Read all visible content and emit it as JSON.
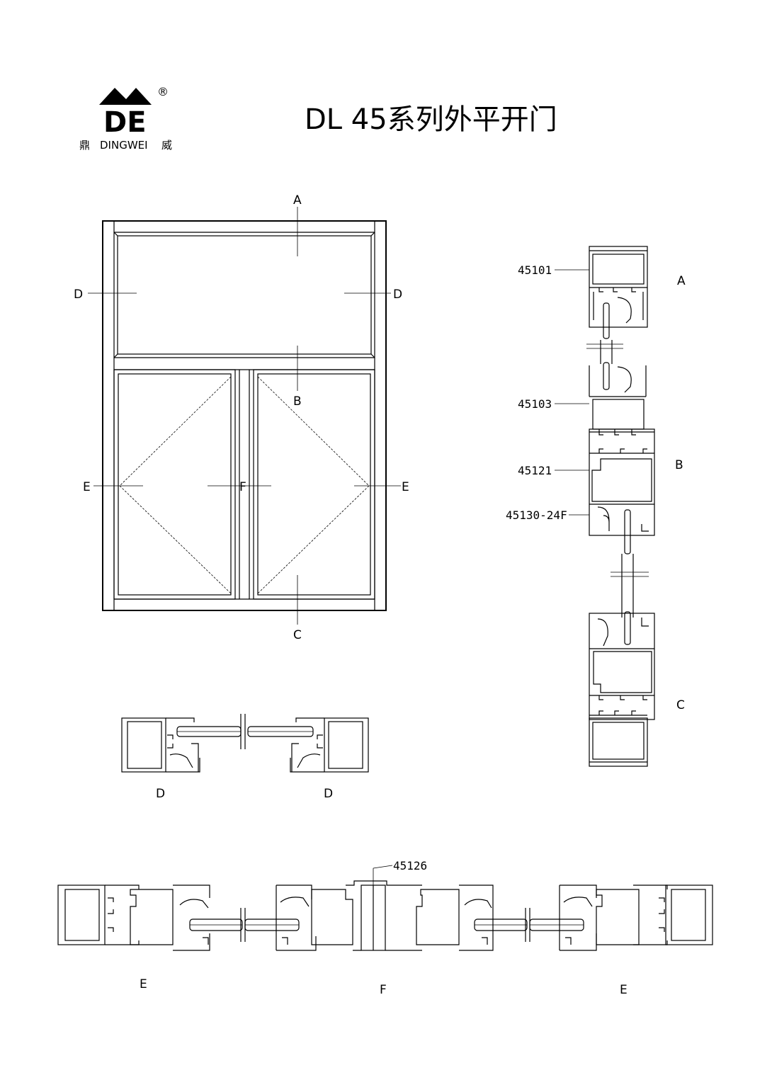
{
  "header": {
    "title": "DL 45系列外平开门",
    "logo_mark": "DE",
    "logo_registered": "®",
    "logo_left_char": "鼎",
    "logo_brand": "DINGWEI",
    "logo_right_char": "威"
  },
  "elevation": {
    "labels": {
      "top": "A",
      "transom": "B",
      "bottom": "C",
      "left_d": "D",
      "right_d": "D",
      "left_e": "E",
      "mid_f": "F",
      "right_e": "E"
    }
  },
  "vertical_section": {
    "section_labels": {
      "a": "A",
      "b": "B",
      "c": "C"
    },
    "parts": [
      "45101",
      "45103",
      "45121",
      "45130-24F"
    ]
  },
  "section_d": {
    "labels": [
      "D",
      "D"
    ]
  },
  "section_ef": {
    "labels": [
      "E",
      "F",
      "E"
    ],
    "part": "45126"
  }
}
